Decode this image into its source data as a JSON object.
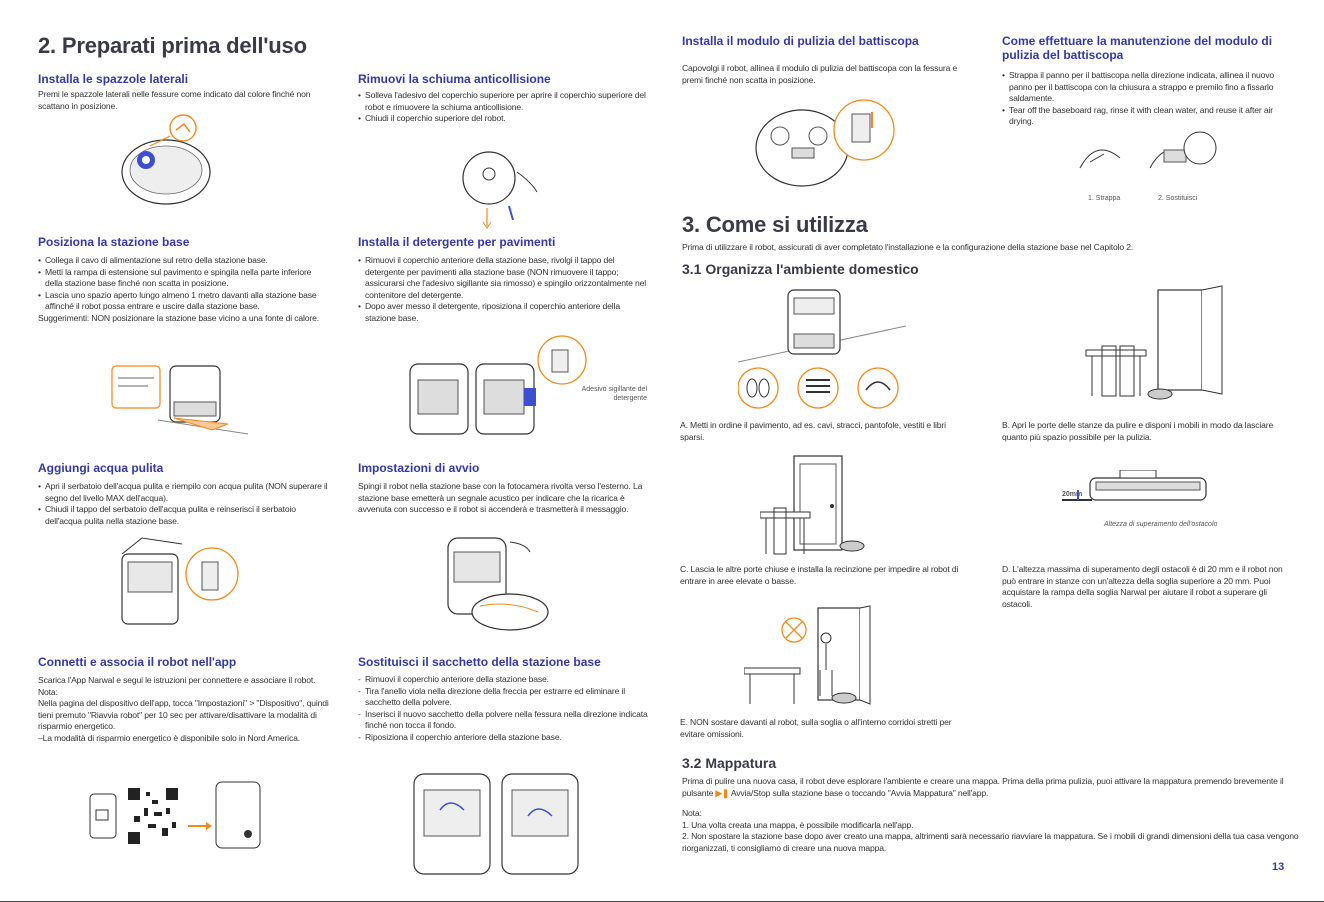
{
  "left": {
    "title": "2. Preparati prima dell'uso",
    "s1": {
      "h": "Installa le spazzole laterali",
      "p": "Premi le spazzole laterali nelle fessure come indicato dal colore finché non scattano in posizione."
    },
    "s2": {
      "h": "Rimuovi la schiuma anticollisione",
      "li": [
        "Solleva l'adesivo del coperchio superiore per aprire il coperchio superiore del robot e rimuovere la schiuma anticollisione.",
        "Chiudi il coperchio superiore del robot."
      ]
    },
    "s3": {
      "h": "Posiziona la stazione base",
      "li": [
        "Collega il cavo di alimentazione sul retro della stazione base.",
        "Metti la rampa di estensione sul pavimento e spingila nella parte inferiore della stazione base finché non scatta in posizione.",
        "Lascia uno spazio aperto lungo almeno 1 metro davanti alla stazione base affinché il robot possa entrare e uscire dalla stazione base."
      ],
      "tip": "Suggerimenti: NON posizionare la stazione base vicino a una fonte di calore."
    },
    "s4": {
      "h": "Installa il detergente per pavimenti",
      "li": [
        "Rimuovi il coperchio anteriore della stazione base, rivolgi il tappo del detergente per pavimenti alla stazione base (NON rimuovere il tappo; assicurarsi che l'adesivo sigillante sia rimosso) e spingilo orizzontalmente nel contenitore del detergente.",
        "Dopo aver messo il detergente, riposiziona il coperchio anteriore della stazione base."
      ],
      "label": "Adesivo sigillante del detergente"
    },
    "s5": {
      "h": "Aggiungi acqua pulita",
      "li": [
        "Apri il serbatoio dell'acqua pulita e riempilo con acqua pulita (NON superare il segno del livello MAX dell'acqua).",
        "Chiudi il tappo del serbatoio dell'acqua pulita e reinserisci il serbatoio dell'acqua pulita nella stazione base."
      ]
    },
    "s6": {
      "h": "Impostazioni di avvio",
      "p": "Spingi il robot nella stazione base con la fotocamera rivolta verso l'esterno. La stazione base emetterà un segnale acustico per indicare che la ricarica è avvenuta con successo e il robot si accenderà e trasmetterà il messaggio."
    },
    "s7": {
      "h": "Connetti e associa il robot nell'app",
      "p": "Scarica l'App Narwal e segui le istruzioni per connettere e associare il robot.",
      "nota": "Nota:",
      "n1": "Nella pagina del dispositivo dell'app, tocca \"Impostazioni\" > \"Dispositivo\", quindi tieni premuto \"Riavvia robot\" per 10 sec per attivare/disattivare la modalità di risparmio energetico.",
      "n2": "–La modalità di risparmio energetico è disponibile solo in Nord America."
    },
    "s8": {
      "h": "Sostituisci il sacchetto della stazione base",
      "li": [
        "Rimuovi il coperchio anteriore della stazione base.",
        "Tira l'anello viola nella direzione della freccia per estrarre ed eliminare il sacchetto della polvere.",
        "Inserisci il nuovo sacchetto della polvere nella fessura nella direzione indicata finché non tocca il fondo.",
        "Riposiziona il coperchio anteriore della stazione base."
      ]
    }
  },
  "right": {
    "s1": {
      "h": "Installa il modulo di pulizia del battiscopa",
      "p": "Capovolgi il robot, allinea il modulo di pulizia del battiscopa con la fessura e premi finché non scatta in posizione."
    },
    "s2": {
      "h": "Come effettuare la manutenzione del modulo di pulizia del battiscopa",
      "li": [
        "Strappa il panno per il battiscopa nella direzione indicata, allinea il nuovo panno per il battiscopa con la chiusura a strappo e premilo fino a fissarlo saldamente.",
        "Tear off the baseboard rag, rinse it with clean water, and reuse it after air drying."
      ],
      "cap1": "1. Strappa",
      "cap2": "2. Sostituisci"
    },
    "title": "3. Come si utilizza",
    "intro": "Prima di utilizzare il robot, assicurati di aver completato l'installazione e la configurazione della stazione base nel Capitolo 2.",
    "h31": "3.1 Organizza l'ambiente domestico",
    "A": "A. Metti in ordine il pavimento, ad es. cavi, stracci, pantofole, vestiti e libri sparsi.",
    "B": "B. Apri le porte delle stanze da pulire e disponi i mobili in modo da lasciare quanto più spazio possibile per la pulizia.",
    "C": "C. Lascia le altre porte chiuse e installa la recinzione per impedire al robot di entrare in aree elevate o basse.",
    "D": "D. L'altezza massima di superamento degli ostacoli è di 20 mm e il robot non può entrare in stanze con un'altezza della soglia superiore a 20 mm. Puoi acquistare la rampa della soglia Narwal per aiutare il robot a superare gli ostacoli.",
    "Dlabel": "Altezza di superamento dell'ostacolo",
    "Dmm": "20mm",
    "E": "E. NON sostare davanti al robot, sulla soglia o all'interno corridoi stretti per evitare omissioni.",
    "h32": "3.2 Mappatura",
    "map_a": "Prima di pulire una nuova casa, il robot deve esplorare l'ambiente e creare una mappa. Prima della prima pulizia, puoi attivare la mappatura premendo brevemente il pulsante",
    "map_b": "Avvia/Stop sulla stazione base o toccando \"Avvia Mappatura\" nell'app.",
    "nota": "Nota:",
    "n1": "1. Una volta creata una mappa, è possibile modificarla nell'app.",
    "n2": "2. Non spostare la stazione base dopo aver creato una mappa, altrimenti sarà necessario riavviare la mappatura. Se i mobili di grandi dimensioni della tua casa vengono riorganizzati, ti consigliamo di creare una nuova mappa.",
    "page": "13"
  },
  "colors": {
    "heading": "#3438a8",
    "accent": "#f08a1e",
    "text": "#333333"
  }
}
